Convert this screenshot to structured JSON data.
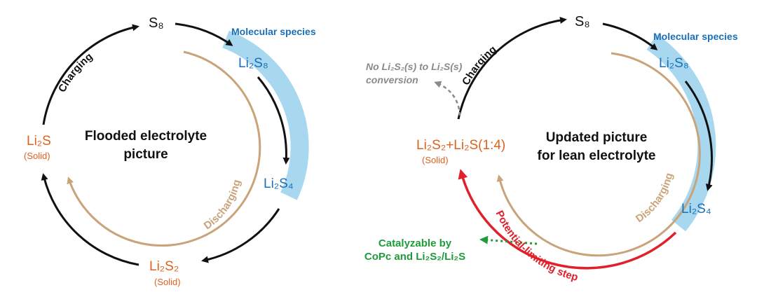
{
  "left": {
    "top": "S₈",
    "molecular": "Molecular species",
    "li2s8": "Li₂S₈",
    "li2s4": "Li₂S₄",
    "li2s2": "Li₂S₂",
    "li2s2_state": "(Solid)",
    "li2s": "Li₂S",
    "li2s_state": "(Solid)",
    "center_line1": "Flooded electrolyte",
    "center_line2": "picture",
    "charging": "Charging",
    "discharging": "Discharging"
  },
  "right": {
    "top": "S₈",
    "molecular": "Molecular species",
    "li2s8": "Li₂S₈",
    "li2s4": "Li₂S₄",
    "mix": "Li₂S₂+Li₂S(1:4)",
    "mix_state": "(Solid)",
    "center_line1": "Updated picture",
    "center_line2": "for lean electrolyte",
    "charging": "Charging",
    "discharging": "Discharging",
    "no_conv_line1": "No Li₂S₂(s) to Li₂S(s)",
    "no_conv_line2": "conversion",
    "potential": "Potential-limiting step",
    "catalyzable_line1": "Catalyzable by",
    "catalyzable_line2": "CoPc and Li₂S₂/Li₂S"
  },
  "colors": {
    "black": "#111111",
    "tan": "#c9a37a",
    "blue_band": "#a8d8ef",
    "blue_text": "#1a6fb8",
    "orange": "#e0601e",
    "red": "#e0202a",
    "green": "#1e9c3a",
    "gray": "#8a8a8a"
  }
}
